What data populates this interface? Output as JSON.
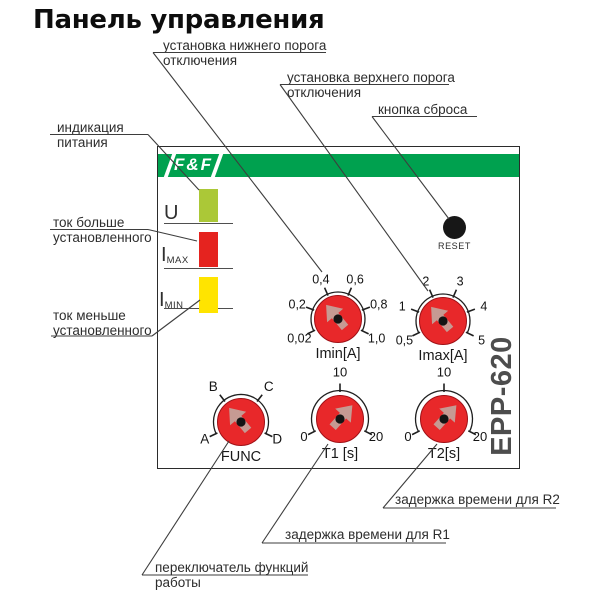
{
  "title": "Панель управления",
  "colors": {
    "brand_green": "#00A14F",
    "knob_red": "#E8282A",
    "knob_red_edge": "#A01016",
    "pointer_gray": "#C69A93",
    "line_dark": "#3D3D3D"
  },
  "callouts": {
    "lower_threshold": {
      "lines": [
        "установка нижнего порога",
        "отключения"
      ]
    },
    "upper_threshold": {
      "lines": [
        "установка верхнего порога",
        "отключения"
      ]
    },
    "reset": {
      "lines": [
        "кнопка сброса"
      ]
    },
    "power_indication": {
      "lines": [
        "индикация",
        "питания"
      ]
    },
    "over_current": {
      "lines": [
        "ток больше",
        "установленного"
      ]
    },
    "under_current": {
      "lines": [
        "ток меньше",
        "установленного"
      ]
    },
    "delay_r2": {
      "lines": [
        "задержка времени для R2"
      ]
    },
    "delay_r1": {
      "lines": [
        "задержка времени для R1"
      ]
    },
    "func_switch": {
      "lines": [
        "переключатель функций",
        "работы"
      ]
    }
  },
  "device": {
    "brand": "F&F",
    "model": "EPP-620",
    "reset_button": "RESET",
    "leds": [
      {
        "label": "U",
        "sub": "",
        "color": "#ABC837"
      },
      {
        "label": "I",
        "sub": "MAX",
        "color": "#E5231F"
      },
      {
        "label": "I",
        "sub": "MIN",
        "color": "#FFE400"
      }
    ],
    "knobs": {
      "imin": {
        "caption": "Imin[A]",
        "labels": [
          "0,02",
          "0,2",
          "0,4",
          "0,6",
          "0,8",
          "1,0"
        ]
      },
      "imax": {
        "caption": "Imax[A]",
        "labels": [
          "0,5",
          "1",
          "2",
          "3",
          "4",
          "5"
        ]
      },
      "func": {
        "caption": "FUNC",
        "labels": [
          "A",
          "B",
          "C",
          "D"
        ]
      },
      "t1": {
        "caption": "T1 [s]",
        "labels": [
          "0",
          "10",
          "20"
        ]
      },
      "t2": {
        "caption": "T2[s]",
        "labels": [
          "0",
          "10",
          "20"
        ]
      }
    }
  }
}
